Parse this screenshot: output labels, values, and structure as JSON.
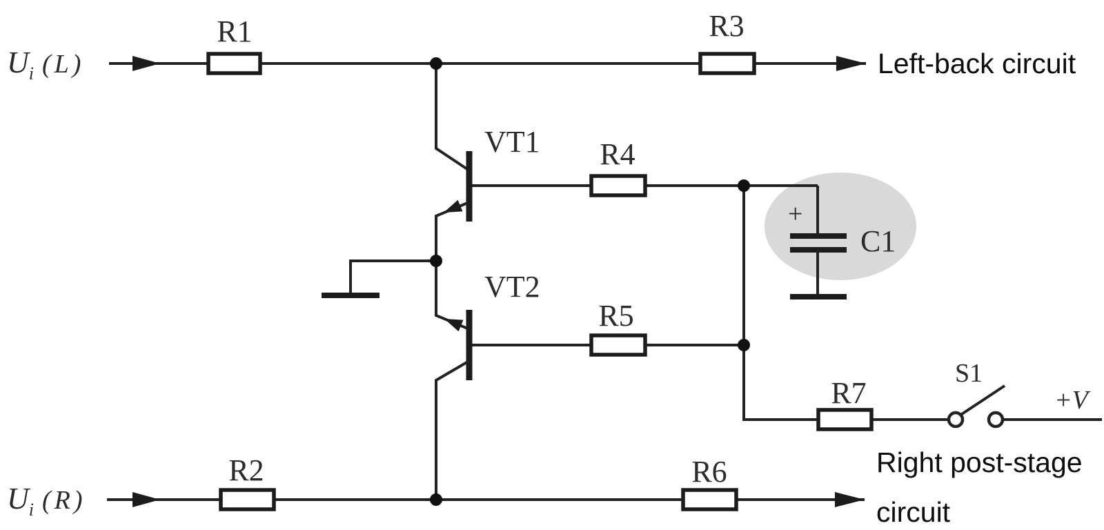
{
  "diagram": {
    "type": "circuit-schematic",
    "colors": {
      "background": "#ffffff",
      "line": "#222222",
      "label_text": "#2b2b2b",
      "annotation_text": "#0d0d0d",
      "highlight_ellipse": "#d9d9d9"
    },
    "labels": {
      "input_left": {
        "u": "U",
        "sub": "i",
        "chan": "(L)"
      },
      "input_right": {
        "u": "U",
        "sub": "i",
        "chan": "(R)"
      },
      "r1": "R1",
      "r2": "R2",
      "r3": "R3",
      "r4": "R4",
      "r5": "R5",
      "r6": "R6",
      "r7": "R7",
      "vt1": "VT1",
      "vt2": "VT2",
      "c1": "C1",
      "c1_polarity": "+",
      "s1": "S1",
      "supply": "+V",
      "out_left": "Left-back circuit",
      "out_right_line1": "Right post-stage",
      "out_right_line2": "circuit"
    }
  }
}
